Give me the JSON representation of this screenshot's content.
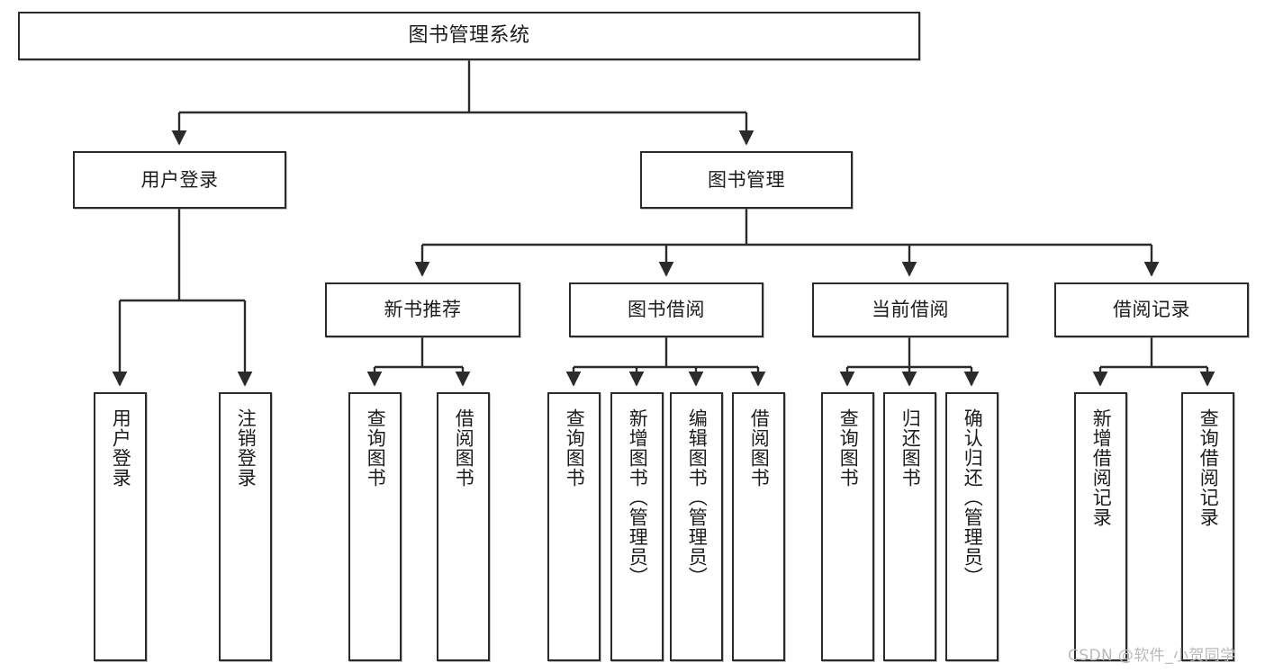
{
  "diagram": {
    "type": "tree-hierarchy-chart",
    "title": "图书管理系统",
    "watermark": "CSDN @软件_小贺同学",
    "colors": {
      "box_border": "#2b2b2b",
      "box_fill": "#ffffff",
      "connector": "#2b2b2b",
      "background": "#ffffff",
      "watermark": "#b9b9b9"
    },
    "levels": {
      "level1": [
        "图书管理系统"
      ],
      "level2": [
        "用户登录",
        "图书管理"
      ],
      "level3": [
        "新书推荐",
        "图书借阅",
        "当前借阅",
        "借阅记录"
      ],
      "level4": [
        "用户登录",
        "注销登录",
        "查询图书",
        "借阅图书",
        "查询图书",
        "新增图书（管理员）",
        "编辑图书（管理员）",
        "借阅图书",
        "查询图书",
        "归还图书",
        "确认归还（管理员）",
        "新增借阅记录",
        "查询借阅记录"
      ]
    }
  },
  "nodes": {
    "root": {
      "label": "图书管理系统"
    },
    "user_login": {
      "label": "用户登录"
    },
    "book_manage": {
      "label": "图书管理"
    },
    "new_book_rec": {
      "label": "新书推荐"
    },
    "book_borrow": {
      "label": "图书借阅"
    },
    "current_borrow": {
      "label": "当前借阅"
    },
    "borrow_record": {
      "label": "借阅记录"
    },
    "leaf_user_login": {
      "label": "用户登录"
    },
    "leaf_logout": {
      "label": "注销登录"
    },
    "leaf_query_book_1": {
      "label": "查询图书"
    },
    "leaf_borrow_book_1": {
      "label": "借阅图书"
    },
    "leaf_query_book_2": {
      "label": "查询图书"
    },
    "leaf_add_book": {
      "label": "新增图书（管理员）"
    },
    "leaf_edit_book": {
      "label": "编辑图书（管理员）"
    },
    "leaf_borrow_book_2": {
      "label": "借阅图书"
    },
    "leaf_query_book_3": {
      "label": "查询图书"
    },
    "leaf_return_book": {
      "label": "归还图书"
    },
    "leaf_confirm_return": {
      "label": "确认归还（管理员）"
    },
    "leaf_add_record": {
      "label": "新增借阅记录"
    },
    "leaf_query_record": {
      "label": "查询借阅记录"
    }
  }
}
